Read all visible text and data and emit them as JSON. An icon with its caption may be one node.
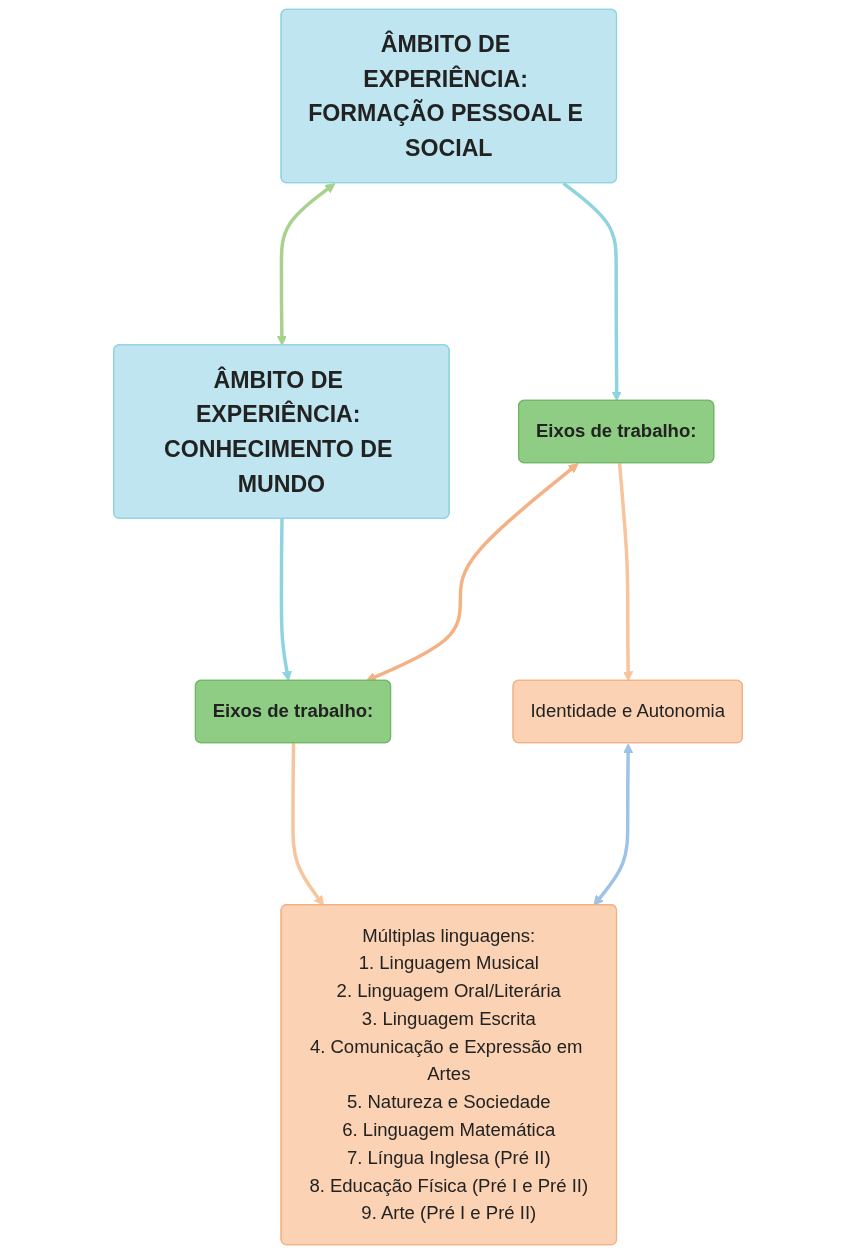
{
  "diagram": {
    "nodes": [
      {
        "text": [
          "ÂMBITO DE EXPERIÊNCIA: FORMAÇÃO PESSOAL E SOCIAL"
        ]
      },
      {
        "text": [
          "ÂMBITO DE EXPERIÊNCIA: CONHECIMENTO DE MUNDO"
        ]
      },
      {
        "text": [
          "Eixos de trabalho:"
        ]
      },
      {
        "text": [
          "Eixos de trabalho:"
        ]
      },
      {
        "text": [
          "Identidade e Autonomia"
        ]
      },
      {
        "text": [
          "Múltiplas linguagens:",
          "1. Linguagem Musical",
          "2. Linguagem Oral/Literária",
          "3. Linguagem Escrita",
          "4. Comunicação e Expressão em Artes",
          "5. Natureza e Sociedade",
          "6. Linguagem Matemática",
          "7. Língua Inglesa (Pré II)",
          "8. Educação Física (Pré I e Pré II)",
          "9. Arte (Pré I e Pré II)"
        ]
      }
    ],
    "edges": [
      {
        "from": 0,
        "to": 1,
        "arrow": "both",
        "color": "#a9d18e"
      },
      {
        "from": 0,
        "to": 2,
        "arrow": "to",
        "color": "#8fd3e0"
      },
      {
        "from": 1,
        "to": 3,
        "arrow": "to",
        "color": "#8fd3e0"
      },
      {
        "from": 2,
        "to": 3,
        "arrow": "both",
        "color": "#f4b183"
      },
      {
        "from": 2,
        "to": 4,
        "arrow": "to",
        "color": "#f8c49c"
      },
      {
        "from": 3,
        "to": 5,
        "arrow": "to",
        "color": "#f8c49c"
      },
      {
        "from": 4,
        "to": 5,
        "arrow": "both",
        "color": "#9dc3e6"
      }
    ]
  }
}
